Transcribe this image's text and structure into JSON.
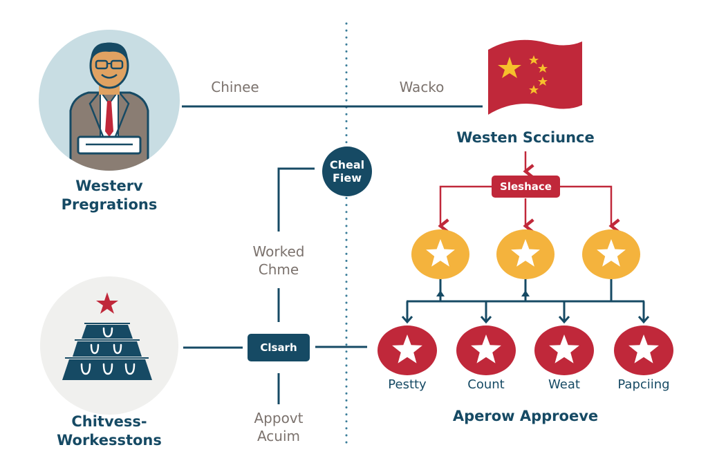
{
  "colors": {
    "navy": "#164a64",
    "red": "#c0283a",
    "gold": "#f4b33d",
    "gray_text": "#7b726d",
    "light_blue_bg": "#c8dde3",
    "light_gray_bg": "#f0f0ee"
  },
  "left": {
    "top_figure": {
      "icon": "businessman-icon",
      "label": "Westerv\nPregrations"
    },
    "bottom_figure": {
      "icon": "pyramid-tree-icon",
      "label": "Chitvess-\nWorkesstons"
    }
  },
  "top_connector": {
    "left_label": "Chinee",
    "right_label": "Wacko"
  },
  "middle": {
    "circle_node": "Cheal\nFiew",
    "upper_label": "Worked\nChme",
    "center_box": "Clsarh",
    "lower_label": "Appovt\nAcuim"
  },
  "right": {
    "flag_icon": "china-flag-icon",
    "title": "Westen Scciunce",
    "red_box": "Sleshace",
    "gold_nodes": [
      {
        "icon": "star-icon"
      },
      {
        "icon": "star-icon"
      },
      {
        "icon": "star-icon"
      }
    ],
    "red_nodes": [
      {
        "icon": "star-icon",
        "label": "Pestty"
      },
      {
        "icon": "star-icon",
        "label": "Count"
      },
      {
        "icon": "star-icon",
        "label": "Weat"
      },
      {
        "icon": "star-icon",
        "label": "Papciing"
      }
    ],
    "footer": "Aperow Approeve"
  }
}
